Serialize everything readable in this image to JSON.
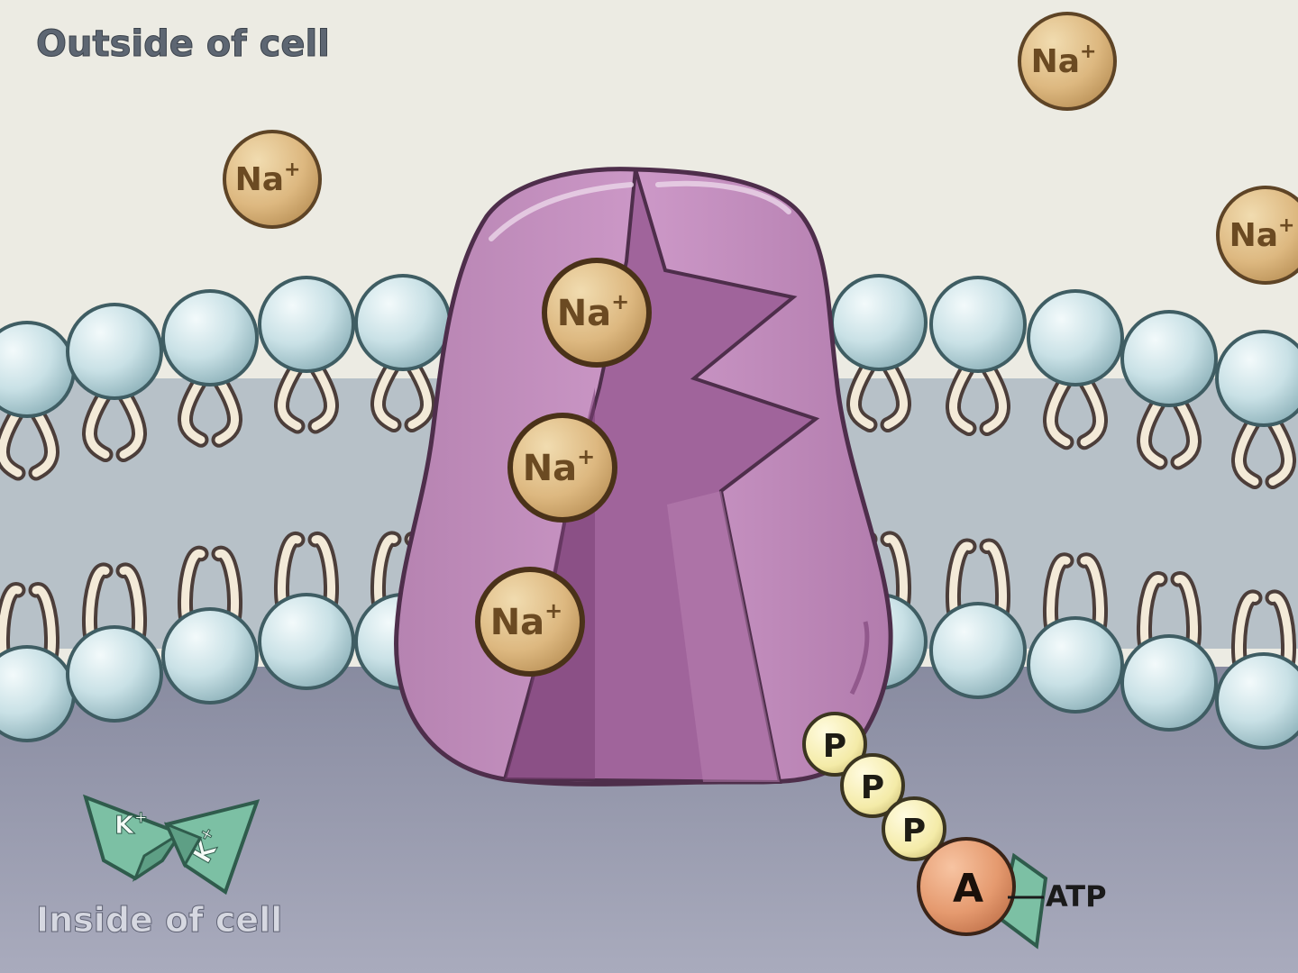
{
  "labels": {
    "outside": "Outside of cell",
    "inside": "Inside of cell",
    "atp": "ATP"
  },
  "ions": {
    "sodium": "Na",
    "sodium_charge": "+",
    "potassium": "K",
    "potassium_charge": "+"
  },
  "atp": {
    "phosphate": "P",
    "adenosine": "A"
  },
  "colors": {
    "outside_bg": "#ecebe3",
    "inside_bg": "#9a9cb0",
    "membrane_head": "#c4dde2",
    "protein": "#c48fbf",
    "protein_dark": "#8c5588",
    "sodium": "#ddb880",
    "potassium": "#7cc0a4",
    "phosphate": "#f4eba8",
    "adenosine": "#e59a6f"
  }
}
